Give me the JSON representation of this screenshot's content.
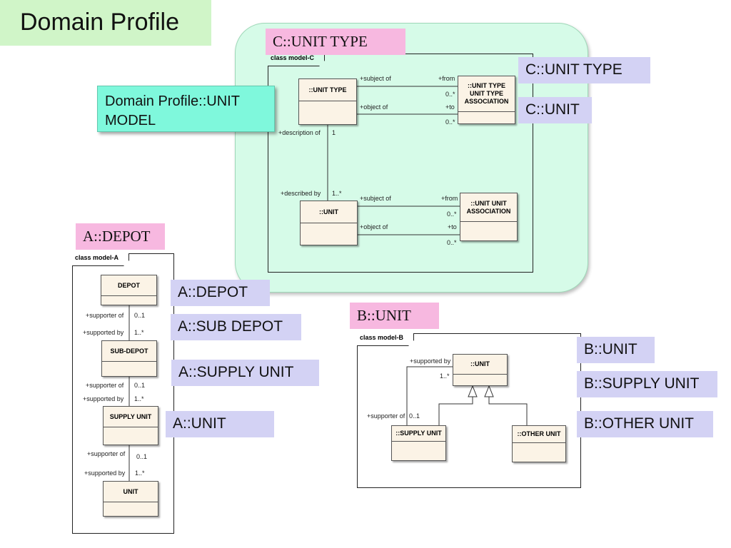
{
  "title": "Domain Profile",
  "section_labels": {
    "c_unit_type_header": "C::UNIT TYPE",
    "a_depot_header": "A::DEPOT",
    "b_unit_header": "B::UNIT"
  },
  "unit_model_note": "Domain Profile::UNIT MODEL",
  "model_c": {
    "frame_label": "class model-C",
    "classes": {
      "unit_type": "::UNIT TYPE",
      "unit_type_unit_type_assoc": "::UNIT TYPE UNIT TYPE ASSOCIATION",
      "unit": "::UNIT",
      "unit_unit_assoc": "::UNIT UNIT ASSOCIATION"
    },
    "labels": {
      "subject_of_1": "+subject of",
      "from_1": "+from",
      "mult_1a": "0..*",
      "object_of_1": "+object of",
      "to_1": "+to",
      "mult_1b": "0..*",
      "description_of": "+description of",
      "mult_desc": "1",
      "described_by": "+described by",
      "mult_described": "1..*",
      "subject_of_2": "+subject of",
      "from_2": "+from",
      "mult_2a": "0..*",
      "object_of_2": "+object of",
      "to_2": "+to",
      "mult_2b": "0..*"
    },
    "side_labels": [
      "C::UNIT TYPE",
      "C::UNIT"
    ]
  },
  "model_a": {
    "frame_label": "class model-A",
    "classes": [
      "DEPOT",
      "SUB-DEPOT",
      "SUPPLY UNIT",
      "UNIT"
    ],
    "links": [
      {
        "role_top": "+supporter of",
        "mult_top": "0..1",
        "role_bottom": "+supported by",
        "mult_bottom": "1..*"
      },
      {
        "role_top": "+supporter of",
        "mult_top": "0..1",
        "role_bottom": "+supported by",
        "mult_bottom": "1..*"
      },
      {
        "role_top": "+supporter of",
        "mult_top": "0..1",
        "role_bottom": "+supported by",
        "mult_bottom": "1..*"
      }
    ],
    "side_labels": [
      "A::DEPOT",
      "A::SUB DEPOT",
      "A::SUPPLY UNIT",
      "A::UNIT"
    ]
  },
  "model_b": {
    "frame_label": "class model-B",
    "classes": {
      "unit": "::UNIT",
      "supply_unit": "::SUPPLY UNIT",
      "other_unit": "::OTHER UNIT"
    },
    "labels": {
      "supported_by": "+supported by",
      "mult_supported": "1..*",
      "supporter_of": "+supporter of",
      "mult_supporter": "0..1"
    },
    "side_labels": [
      "B::UNIT",
      "B::SUPPLY UNIT",
      "B::OTHER UNIT"
    ]
  },
  "colors": {
    "title_bg": "#d0f5c8",
    "region_c_bg": "#d6fbe8",
    "pink_label": "#f7b8e0",
    "lavender_label": "#d3d2f4",
    "aqua_note": "#7ff8dc",
    "class_fill": "#fbf3e6"
  }
}
